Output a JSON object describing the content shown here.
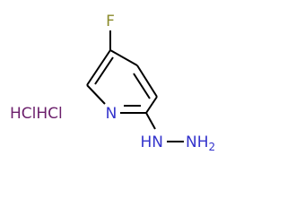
{
  "molecule": {
    "atoms": {
      "fluorine": "F",
      "ring_nitrogen": "N",
      "hydrazine_nh": "HN",
      "hydrazine_nh2": "NH",
      "nh2_subscript": "2"
    },
    "salt_label": "HClHCl"
  },
  "colors": {
    "bond": "#000000",
    "nitrogen": "#3333cc",
    "fluorine": "#8a8a2a",
    "hcl": "#6b1f6b"
  }
}
